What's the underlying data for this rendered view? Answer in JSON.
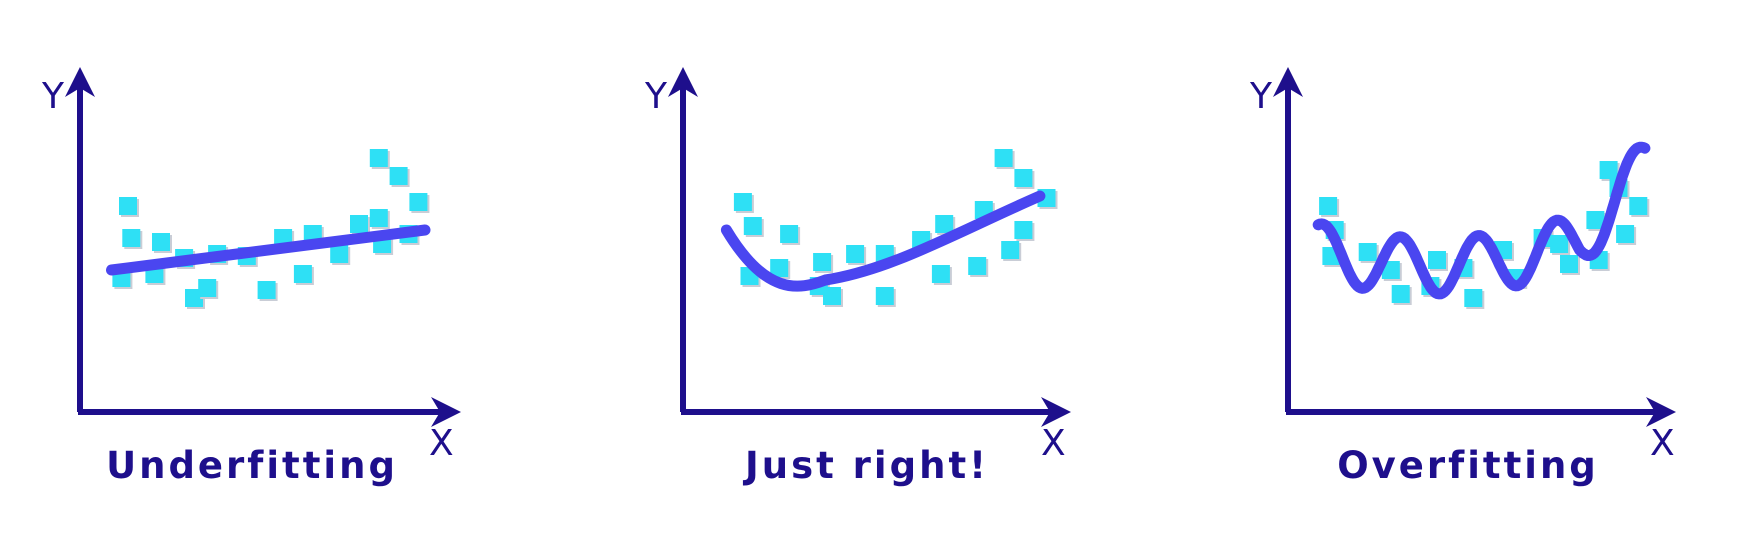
{
  "colors": {
    "axis": "#1e0f8c",
    "curve": "#4a46f0",
    "points": "#2ee0f5",
    "point_shadow": "#c9cdd6",
    "caption": "#1e0f8c"
  },
  "panels": [
    {
      "id": "underfitting",
      "caption": "Underfitting",
      "x_label": "X",
      "y_label": "Y",
      "fit": "straight-line",
      "points": [
        [
          0.1,
          0.62
        ],
        [
          0.11,
          0.46
        ],
        [
          0.2,
          0.44
        ],
        [
          0.08,
          0.26
        ],
        [
          0.18,
          0.28
        ],
        [
          0.27,
          0.36
        ],
        [
          0.3,
          0.16
        ],
        [
          0.34,
          0.21
        ],
        [
          0.37,
          0.38
        ],
        [
          0.46,
          0.37
        ],
        [
          0.52,
          0.2
        ],
        [
          0.57,
          0.46
        ],
        [
          0.63,
          0.28
        ],
        [
          0.66,
          0.48
        ],
        [
          0.74,
          0.38
        ],
        [
          0.8,
          0.53
        ],
        [
          0.86,
          0.56
        ],
        [
          0.87,
          0.43
        ],
        [
          0.86,
          0.86
        ],
        [
          0.92,
          0.77
        ],
        [
          0.98,
          0.64
        ],
        [
          0.95,
          0.48
        ]
      ],
      "curve": [
        [
          0.05,
          0.3
        ],
        [
          1.0,
          0.5
        ]
      ]
    },
    {
      "id": "just-right",
      "caption": "Just right!",
      "x_label": "X",
      "y_label": "Y",
      "fit": "smooth-quadratic",
      "points": [
        [
          0.13,
          0.64
        ],
        [
          0.16,
          0.52
        ],
        [
          0.27,
          0.48
        ],
        [
          0.15,
          0.27
        ],
        [
          0.24,
          0.31
        ],
        [
          0.36,
          0.22
        ],
        [
          0.4,
          0.17
        ],
        [
          0.37,
          0.34
        ],
        [
          0.47,
          0.38
        ],
        [
          0.56,
          0.38
        ],
        [
          0.56,
          0.17
        ],
        [
          0.67,
          0.45
        ],
        [
          0.73,
          0.28
        ],
        [
          0.74,
          0.53
        ],
        [
          0.84,
          0.32
        ],
        [
          0.86,
          0.6
        ],
        [
          0.94,
          0.4
        ],
        [
          0.98,
          0.5
        ],
        [
          0.92,
          0.86
        ],
        [
          0.98,
          0.76
        ],
        [
          1.05,
          0.66
        ]
      ],
      "curve": [
        [
          0.08,
          0.5
        ],
        [
          0.38,
          0.25
        ],
        [
          1.03,
          0.67
        ]
      ]
    },
    {
      "id": "overfitting",
      "caption": "Overfitting",
      "x_label": "X",
      "y_label": "Y",
      "fit": "wiggly",
      "points": [
        [
          0.07,
          0.62
        ],
        [
          0.09,
          0.5
        ],
        [
          0.08,
          0.37
        ],
        [
          0.19,
          0.39
        ],
        [
          0.26,
          0.3
        ],
        [
          0.29,
          0.18
        ],
        [
          0.38,
          0.22
        ],
        [
          0.4,
          0.35
        ],
        [
          0.48,
          0.31
        ],
        [
          0.51,
          0.16
        ],
        [
          0.6,
          0.4
        ],
        [
          0.64,
          0.26
        ],
        [
          0.72,
          0.46
        ],
        [
          0.77,
          0.43
        ],
        [
          0.8,
          0.33
        ],
        [
          0.88,
          0.55
        ],
        [
          0.92,
          0.8
        ],
        [
          0.95,
          0.71
        ],
        [
          0.97,
          0.48
        ],
        [
          1.01,
          0.62
        ],
        [
          0.89,
          0.35
        ]
      ],
      "curve": "wiggle"
    }
  ]
}
